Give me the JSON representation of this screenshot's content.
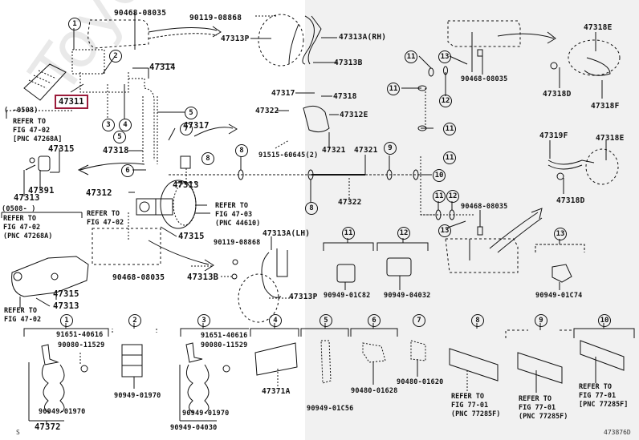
{
  "diagram": {
    "figure_code": "473876D",
    "watermark": "ToyotaCatalogue.ru",
    "highlighted_part": "47311",
    "corner_mark": "S"
  },
  "parts": {
    "p47311": "47311",
    "p47314": "47314",
    "p47317a": "47317",
    "p47318": "47318",
    "p47312": "47312",
    "p47313": "47313",
    "p47315a": "47315",
    "p47315b": "47315",
    "p47315c": "47315",
    "p47391": "47391",
    "p47313b1": "47313",
    "p47313b2": "47313",
    "p47313c": "47313",
    "p90468_top": "90468-08035",
    "p90119_top": "90119-08868",
    "p47313P_top": "47313P",
    "p47313A_rh": "47313A(RH)",
    "p47313B_top": "47313B",
    "p47317b": "47317",
    "p47318b": "47318",
    "p47322a": "47322",
    "p47312E": "47312E",
    "p47321a": "47321",
    "p47321b": "47321",
    "p91515": "91515-60645(2)",
    "p47322b": "47322",
    "p90468_right_top": "90468-08035",
    "p47318E_top": "47318E",
    "p47318D_top": "47318D",
    "p47318F": "47318F",
    "p47319F": "47319F",
    "p47318E_mid": "47318E",
    "p47318D_mid": "47318D",
    "p90468_right_mid": "90468-08035",
    "p47313A_lh": "47313A(LH)",
    "p90119_mid": "90119-08868",
    "p90468_mid": "90468-08035",
    "p47313B_mid": "47313B",
    "p47313P_mid": "47313P",
    "p90949_01C82": "90949-01C82",
    "p90949_04032": "90949-04032",
    "p90949_01C74": "90949-01C74",
    "p91651_a": "91651-40616",
    "p90080_a": "90080-11529",
    "p90949_01970_a": "90949-01970",
    "p47372": "47372",
    "p90949_01970_b": "90949-01970",
    "p91651_b": "91651-40616",
    "p90080_b": "90080-11529",
    "p90949_01970_c": "90949-01970",
    "p90949_04030": "90949-04030",
    "p47371A": "47371A",
    "p90949_01C56": "90949-01C56",
    "p90480_01628": "90480-01628",
    "p90480_01620": "90480-01620",
    "p0508a": "(    -0508)",
    "p0508b": "(0508-      )"
  },
  "notes": {
    "ref_47268a_top": "REFER TO\nFIG 47-02\n[PNC 47268A]",
    "ref_47268a_mid": "REFER TO\nFIG 47-02\n(PNC 47268A)",
    "ref_fig4702_a": "REFER TO\nFIG 47-02",
    "ref_fig4702_b": "REFER TO\nFIG 47-02",
    "ref_44610": "REFER TO\nFIG 47-03\n(PNC 44610)",
    "ref_77285f_8": "REFER TO\nFIG 77-01\n(PNC 77285F)",
    "ref_77285f_9": "REFER TO\nFIG 77-01\n(PNC 77285F)",
    "ref_77285f_10": "REFER TO\nFIG 77-01\n[PNC 77285F]"
  },
  "callouts": [
    "1",
    "2",
    "3",
    "4",
    "5",
    "6",
    "7",
    "8",
    "9",
    "10",
    "11",
    "12",
    "13"
  ]
}
